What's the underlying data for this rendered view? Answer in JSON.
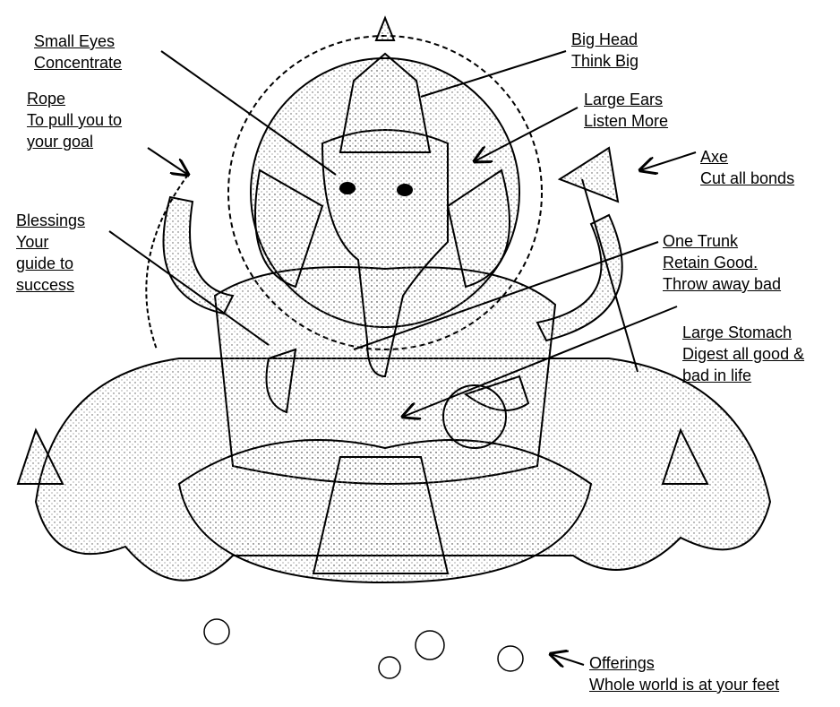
{
  "annotations": {
    "small_eyes": [
      "Small Eyes",
      "Concentrate"
    ],
    "rope": [
      "Rope",
      "To pull you to",
      "your goal"
    ],
    "blessings": [
      "Blessings",
      "Your",
      "guide to",
      "success"
    ],
    "big_head": [
      "Big Head",
      "Think Big"
    ],
    "large_ears": [
      "Large Ears",
      "Listen More"
    ],
    "axe": [
      "Axe",
      "Cut all bonds"
    ],
    "one_trunk": [
      "One Trunk",
      "Retain Good.",
      "Throw away bad"
    ],
    "large_stomach": [
      "Large Stomach",
      "Digest all good &",
      "bad in life"
    ],
    "offerings": [
      "Offerings",
      "Whole world is at your feet"
    ]
  },
  "colors": {
    "ink": "#000000",
    "stipple": "#555555",
    "background": "#ffffff"
  }
}
